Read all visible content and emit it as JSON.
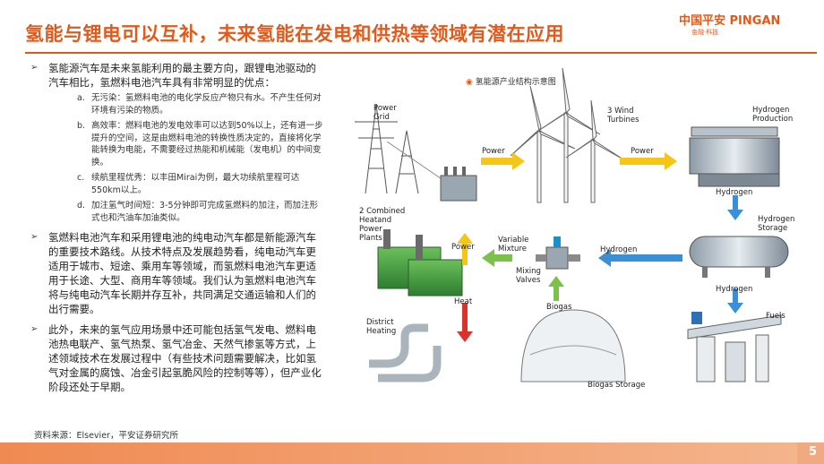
{
  "slide": {
    "title": "氢能与锂电可以互补，未来氢能在发电和供热等领域有潜在应用",
    "logo_main": "中国平安 PINGAN",
    "logo_sub": "金融·科技",
    "page_number": "5",
    "source": "资料来源：Elsevier，平安证券研究所"
  },
  "bullets": [
    {
      "text": "氢能源汽车是未来氢能利用的最主要方向，跟锂电池驱动的汽车相比，氢燃料电池汽车具有非常明显的优点：",
      "subs": [
        {
          "idx": "a.",
          "text": "无污染：氢燃料电池的电化学反应产物只有水。不产生任何对环境有污染的物质。"
        },
        {
          "idx": "b.",
          "text": "高效率：燃料电池的发电效率可以达到50%以上，还有进一步提升的空间，这是由燃料电池的转换性质决定的，直接将化学能转换为电能，不需要经过热能和机械能（发电机）的中间变换。"
        },
        {
          "idx": "c.",
          "text": "续航里程优秀：以丰田Mirai为例，最大功续航里程可达550km以上。"
        },
        {
          "idx": "d.",
          "text": "加注氢气时间短：3-5分钟即可完成氢燃料的加注，而加注形式也和汽油车加油类似。"
        }
      ]
    },
    {
      "text": "氢燃料电池汽车和采用锂电池的纯电动汽车都是新能源汽车的重要技术路线。从技术特点及发展趋势看，纯电动汽车更适用于城市、短途、乘用车等领域，而氢燃料电池汽车更适用于长途、大型、商用车等领域。我们认为氢燃料电池汽车将与纯电动汽车长期并存互补，共同满足交通运输和人们的出行需要。",
      "subs": []
    },
    {
      "text": "此外，未来的氢气应用场景中还可能包括氢气发电、燃料电池热电联产、氢气热泵、氢气冶金、天然气掺氢等方式，上述领域技术在发展过程中（有些技术问题需要解决，比如氢气对金属的腐蚀、冶金引起氢脆风险的控制等等），但产业化阶段还处于早期。",
      "subs": []
    }
  ],
  "diagram": {
    "title": "氢能源产业结构示意图",
    "labels": {
      "power_grid": "Power\nGrid",
      "wind": "3 Wind\nTurbines",
      "hydrogen_production": "Hydrogen\nProduction",
      "power_left": "Power",
      "power_right": "Power",
      "hydrogen_1": "Hydrogen",
      "hydrogen_storage": "Hydrogen\nStorage",
      "hydrogen_2": "Hydrogen",
      "combined": "2 Combined\nHeatand\nPower\nPlants",
      "power_up": "Power",
      "variable_mixture": "Variable\nMixture",
      "hydrogen_mid": "Hydrogen",
      "mixing_valves": "Mixing\nValves",
      "heat": "Heat",
      "biogas": "Biogas",
      "district_heating": "District\nHeating",
      "biogas_storage": "Biogas Storage",
      "fuels": "Fuels"
    },
    "colors": {
      "arrow_yellow": "#f5c518",
      "arrow_blue": "#3a8fd6",
      "arrow_red": "#d9342b",
      "arrow_green": "#7cc24a"
    }
  }
}
